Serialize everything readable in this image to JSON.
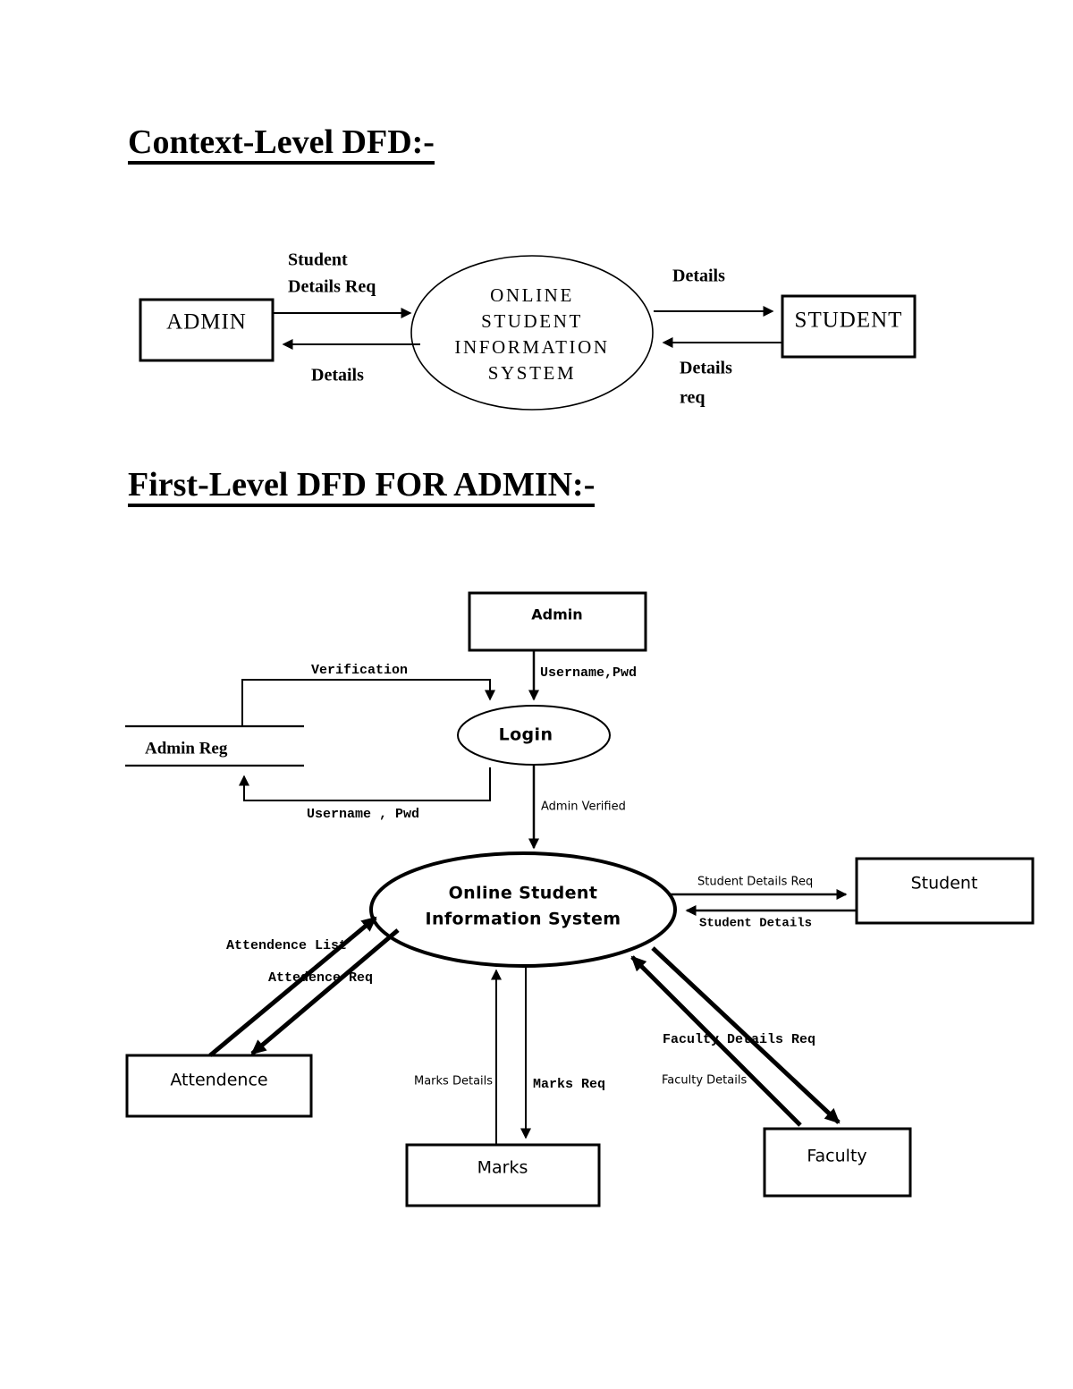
{
  "document": {
    "headings": {
      "context": "Context-Level DFD:-",
      "first_level": "First-Level DFD FOR ADMIN:-"
    }
  },
  "context_diagram": {
    "entities": {
      "admin": "ADMIN",
      "student": "STUDENT"
    },
    "process": {
      "line1": "ONLINE",
      "line2": "STUDENT",
      "line3": "INFORMATION",
      "line4": "SYSTEM"
    },
    "flows": {
      "admin_to_process_l1": "Student",
      "admin_to_process_l2": "Details  Req",
      "process_to_admin": "Details",
      "process_to_student": "Details",
      "student_to_process_l1": "Details",
      "student_to_process_l2": "req"
    }
  },
  "first_level_diagram": {
    "entities": {
      "admin": "Admin",
      "student": "Student",
      "attendence": "Attendence",
      "marks": "Marks",
      "faculty": "Faculty"
    },
    "datastores": {
      "admin_reg": "Admin Reg"
    },
    "processes": {
      "login": "Login",
      "osis_line1": "Online Student",
      "osis_line2": "Information System"
    },
    "flows": {
      "admin_to_login": "Username,Pwd",
      "store_to_login": "Verification",
      "login_to_store": "Username , Pwd",
      "login_to_osis": "Admin Verified",
      "osis_to_student": "Student Details Req",
      "student_to_osis": "Student Details",
      "attendence_to_osis": "Attendence List",
      "osis_to_attendence": "Attedence Req",
      "marks_to_osis": "Marks Details",
      "osis_to_marks": "Marks  Req",
      "osis_to_faculty": "Faculty Details  Req",
      "faculty_to_osis": "Faculty Details"
    }
  },
  "colors": {
    "ink": "#000000",
    "paper": "#ffffff"
  }
}
